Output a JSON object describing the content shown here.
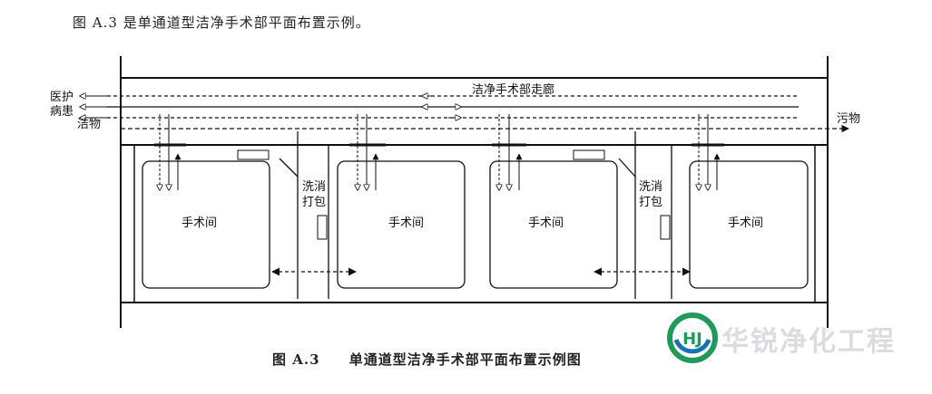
{
  "caption_top": {
    "figure_ref": "图 A.3",
    "text": "是单通道型洁净手术部平面布置示例。"
  },
  "caption_bottom": {
    "figure_ref": "图 A.3",
    "title": "单通道型洁净手术部平面布置示例图"
  },
  "diagram": {
    "corridor_label": "洁净手术部走廊",
    "entry_labels": {
      "staff": "医护",
      "patient": "病患",
      "clean_goods": "洁物"
    },
    "exit_label": "污物",
    "rooms": [
      {
        "label": "手术间"
      },
      {
        "label": "手术间"
      },
      {
        "label": "手术间"
      },
      {
        "label": "手术间"
      }
    ],
    "wash_rooms": [
      {
        "line1": "洗消",
        "line2": "打包"
      },
      {
        "line1": "洗消",
        "line2": "打包"
      }
    ]
  },
  "watermark": {
    "logo_letters": "HJ",
    "text": "华锐净化工程",
    "colors": {
      "green": "#1f9a5a",
      "blue": "#1b6fb4"
    }
  }
}
